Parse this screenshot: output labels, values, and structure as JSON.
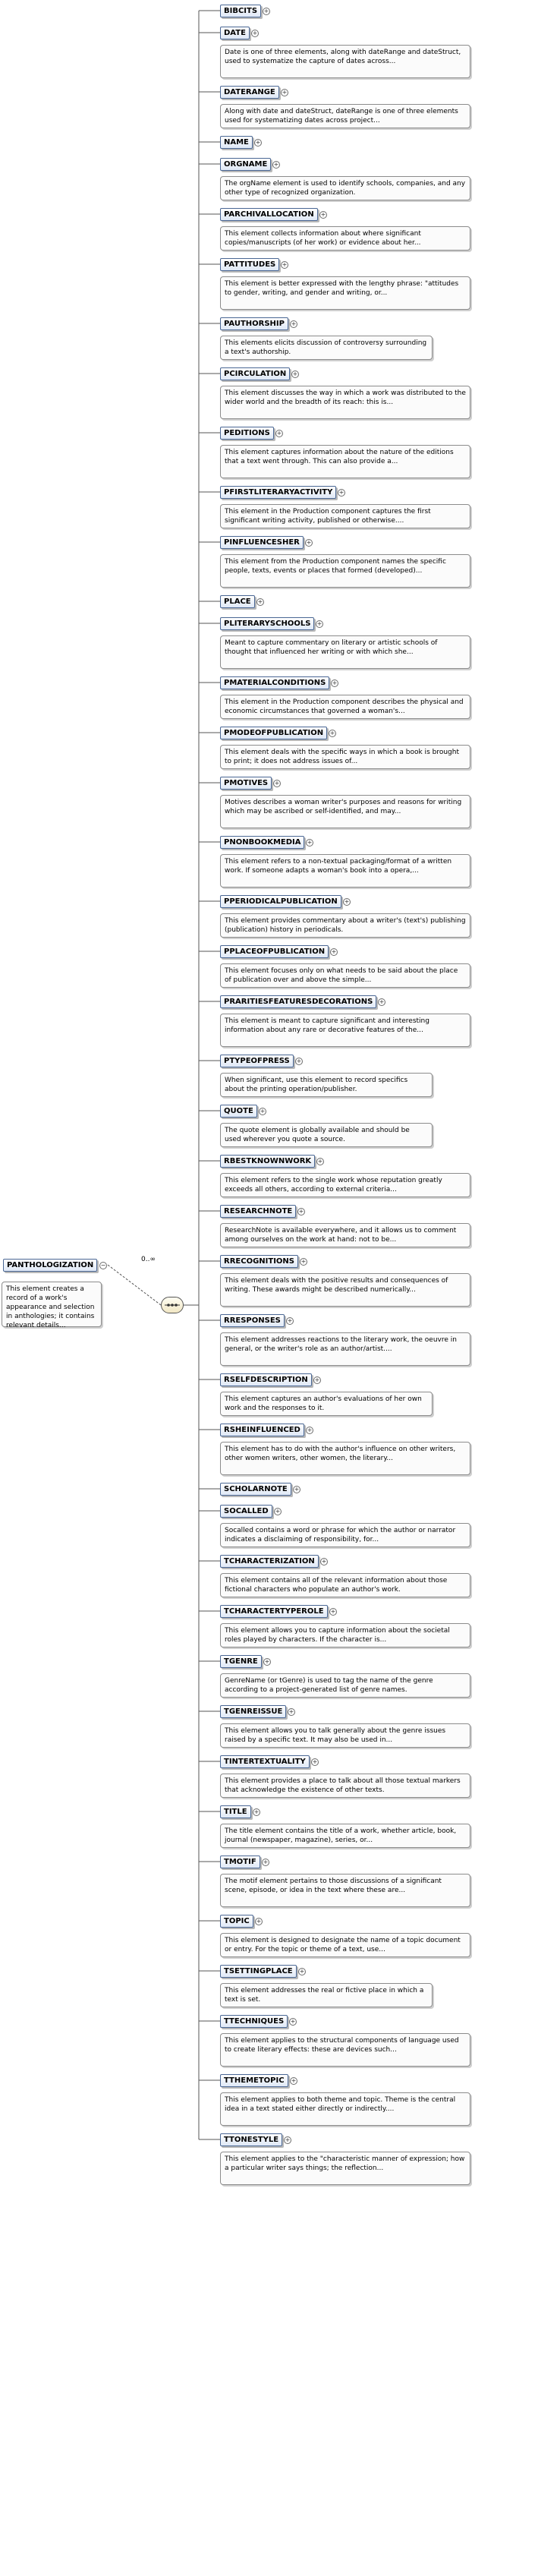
{
  "root": {
    "name": "PANTHOLOGIZATION",
    "doc": "This element creates a record of a work's appearance and selection in anthologies; it contains relevant details..."
  },
  "connector": {
    "cardinality": "0..∞"
  },
  "children": [
    {
      "name": "BIBCITS"
    },
    {
      "name": "DATE",
      "doc": "Date is one of three elements, along with dateRange and dateStruct, used to systematize the capture of dates across..."
    },
    {
      "name": "DATERANGE",
      "doc": "Along with date and dateStruct, dateRange is one of three elements used for systematizing dates across project..."
    },
    {
      "name": "NAME"
    },
    {
      "name": "ORGNAME",
      "doc": "The orgName element is used to identify schools, companies, and any other type of recognized organization."
    },
    {
      "name": "PARCHIVALLOCATION",
      "doc": "This element collects information about where significant copies/manuscripts (of her work) or evidence about her..."
    },
    {
      "name": "PATTITUDES",
      "doc": "This element is better expressed with the lengthy phrase: \"attitudes to gender, writing, and gender and writing, or..."
    },
    {
      "name": "PAUTHORSHIP",
      "doc": "This elements elicits discussion of controversy surrounding a text's authorship."
    },
    {
      "name": "PCIRCULATION",
      "doc": "This element discusses the way in which a work was distributed to the wider world and the breadth of its reach: this is..."
    },
    {
      "name": "PEDITIONS",
      "doc": "This element captures information about the nature of the editions that a text went through. This can also provide a..."
    },
    {
      "name": "PFIRSTLITERARYACTIVITY",
      "doc": "This element in the Production component captures the first significant writing activity, published or otherwise...."
    },
    {
      "name": "PINFLUENCESHER",
      "doc": "This element from the Production component names the specific people, texts, events or places that formed (developed)..."
    },
    {
      "name": "PLACE"
    },
    {
      "name": "PLITERARYSCHOOLS",
      "doc": "Meant to capture commentary on literary or artistic schools of thought that influenced her writing or with which she..."
    },
    {
      "name": "PMATERIALCONDITIONS",
      "doc": "This element in the Production component describes the physical and economic circumstances that governed a woman's..."
    },
    {
      "name": "PMODEOFPUBLICATION",
      "doc": "This element deals with the specific ways in which a book is brought to print; it does not address issues of..."
    },
    {
      "name": "PMOTIVES",
      "doc": "Motives describes a woman writer's purposes and reasons for writing which may be ascribed or self-identified, and may..."
    },
    {
      "name": "PNONBOOKMEDIA",
      "doc": "This element refers to a non-textual packaging/format of a written work. If someone adapts a woman's book into a opera,..."
    },
    {
      "name": "PPERIODICALPUBLICATION",
      "doc": "This element provides commentary about a writer's (text's) publishing (publication) history in periodicals."
    },
    {
      "name": "PPLACEOFPUBLICATION",
      "doc": "This element focuses only on what needs to be said about the place of publication over and above the simple..."
    },
    {
      "name": "PRARITIESFEATURESDECORATIONS",
      "doc": "This element is meant to capture significant and interesting information about any rare or decorative features of the..."
    },
    {
      "name": "PTYPEOFPRESS",
      "doc": "When significant, use this element to record specifics about the printing operation/publisher."
    },
    {
      "name": "QUOTE",
      "doc": "The quote element is globally available and should be used wherever you quote a source."
    },
    {
      "name": "RBESTKNOWNWORK",
      "doc": "This element refers to the single work whose reputation greatly exceeds all others, according to external criteria..."
    },
    {
      "name": "RESEARCHNOTE",
      "doc": "ResearchNote is available everywhere, and it allows us to comment among ourselves on the work at hand: not to be..."
    },
    {
      "name": "RRECOGNITIONS",
      "doc": "This element deals with the positive results and consequences of writing. These awards might be described numerically..."
    },
    {
      "name": "RRESPONSES",
      "doc": "This element addresses reactions to the literary work, the oeuvre in general, or the writer's role as an author/artist...."
    },
    {
      "name": "RSELFDESCRIPTION",
      "doc": "This element captures an author's evaluations of her own work and the responses to it."
    },
    {
      "name": "RSHEINFLUENCED",
      "doc": "This element has to do with the author's influence on other writers, other women writers, other women, the literary..."
    },
    {
      "name": "SCHOLARNOTE"
    },
    {
      "name": "SOCALLED",
      "doc": "Socalled contains a word or phrase for which the author or narrator indicates a disclaiming of responsibility, for..."
    },
    {
      "name": "TCHARACTERIZATION",
      "doc": "This element contains all of the relevant information about those fictional characters who populate an author's work."
    },
    {
      "name": "TCHARACTERTYPEROLE",
      "doc": "This element allows you to capture information about the societal roles played by characters. If the character is..."
    },
    {
      "name": "TGENRE",
      "doc": "GenreName (or tGenre) is used to tag the name of the genre according to a project-generated list of genre names."
    },
    {
      "name": "TGENREISSUE",
      "doc": "This element allows you to talk generally about the genre issues raised by a specific text. It may also be used in..."
    },
    {
      "name": "TINTERTEXTUALITY",
      "doc": "This element provides a place to talk about all those textual markers that acknowledge the existence of other texts."
    },
    {
      "name": "TITLE",
      "doc": "The title element contains the title of a work, whether article, book, journal (newspaper, magazine), series, or..."
    },
    {
      "name": "TMOTIF",
      "doc": "The motif element pertains to those discussions of a significant scene, episode, or idea in the text where these are..."
    },
    {
      "name": "TOPIC",
      "doc": "This element is designed to designate the name of a topic document or entry. For the topic or theme of a text, use..."
    },
    {
      "name": "TSETTINGPLACE",
      "doc": "This element addresses the real or fictive place in which a text is set."
    },
    {
      "name": "TTECHNIQUES",
      "doc": "This element applies to the structural components of language used to create literary effects: these are devices such..."
    },
    {
      "name": "TTHEMETOPIC",
      "doc": "This element applies to both theme and topic. Theme is the central idea in a text stated either directly or indirectly...."
    },
    {
      "name": "TTONESTYLE",
      "doc": "This element applies to the \"characteristic manner of expression; how a particular writer says things; the reflection..."
    }
  ]
}
